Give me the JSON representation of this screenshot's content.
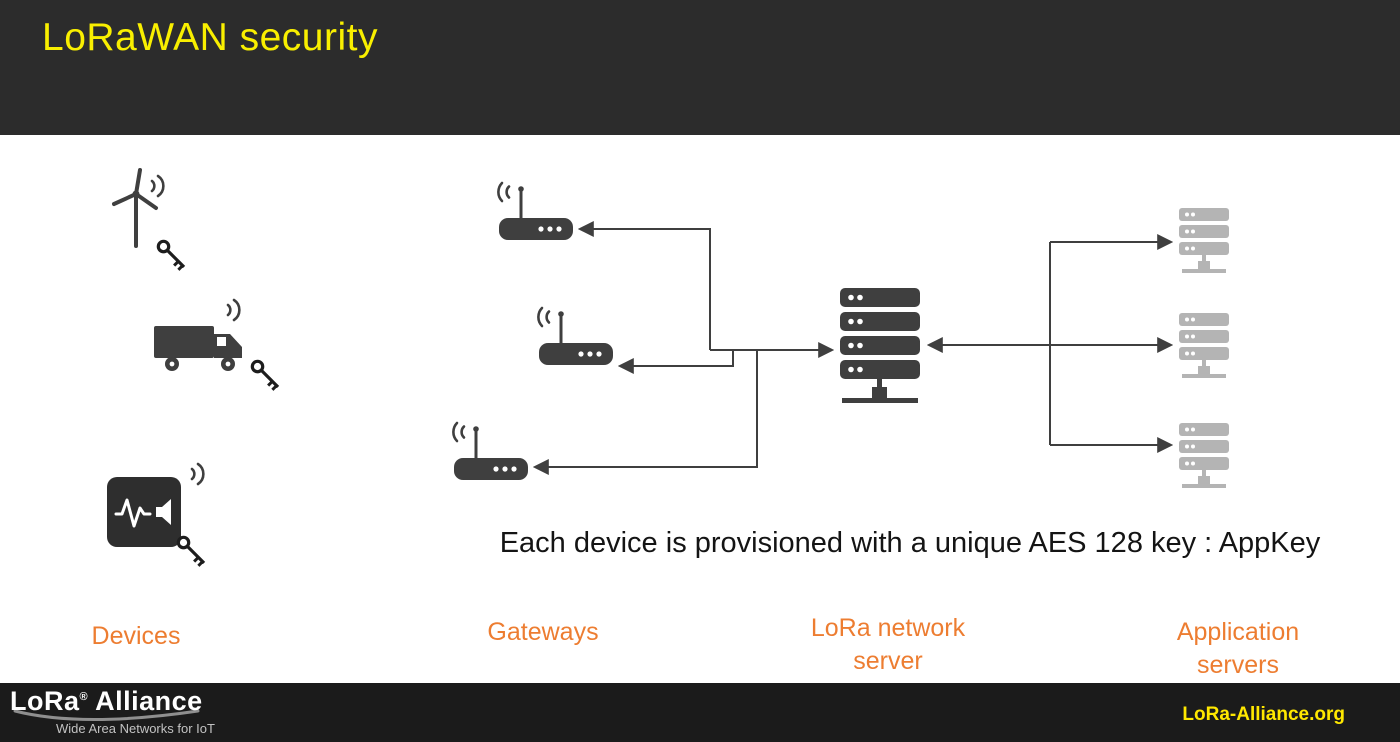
{
  "header": {
    "title": "LoRaWAN security"
  },
  "diagram": {
    "caption": "Each device is provisioned with a unique AES 128 key : AppKey",
    "labels": {
      "devices": "Devices",
      "gateways": "Gateways",
      "network_server": "LoRa network server",
      "app_servers": "Application servers"
    },
    "icons": {
      "devices": [
        "wind-turbine-icon",
        "truck-icon",
        "sensor-icon"
      ],
      "per_device": [
        "signal-waves-icon",
        "key-icon"
      ],
      "gateways_count": 3,
      "network_server": "server-rack-icon",
      "app_servers_count": 3
    }
  },
  "footer": {
    "logo_primary": "LoRa",
    "logo_reg": "®",
    "logo_secondary": "Alliance",
    "tagline": "Wide Area Networks for IoT",
    "website": "LoRa-Alliance.org"
  },
  "colors": {
    "header_bg": "#2c2c2c",
    "footer_bg": "#1b1b1b",
    "title_yellow": "#f9ef00",
    "website_yellow": "#ffe800",
    "label_orange": "#ED7D31",
    "icon_dark": "#3f3f3f",
    "icon_gray": "#b4b4b4",
    "connector": "#3f3f3f"
  }
}
